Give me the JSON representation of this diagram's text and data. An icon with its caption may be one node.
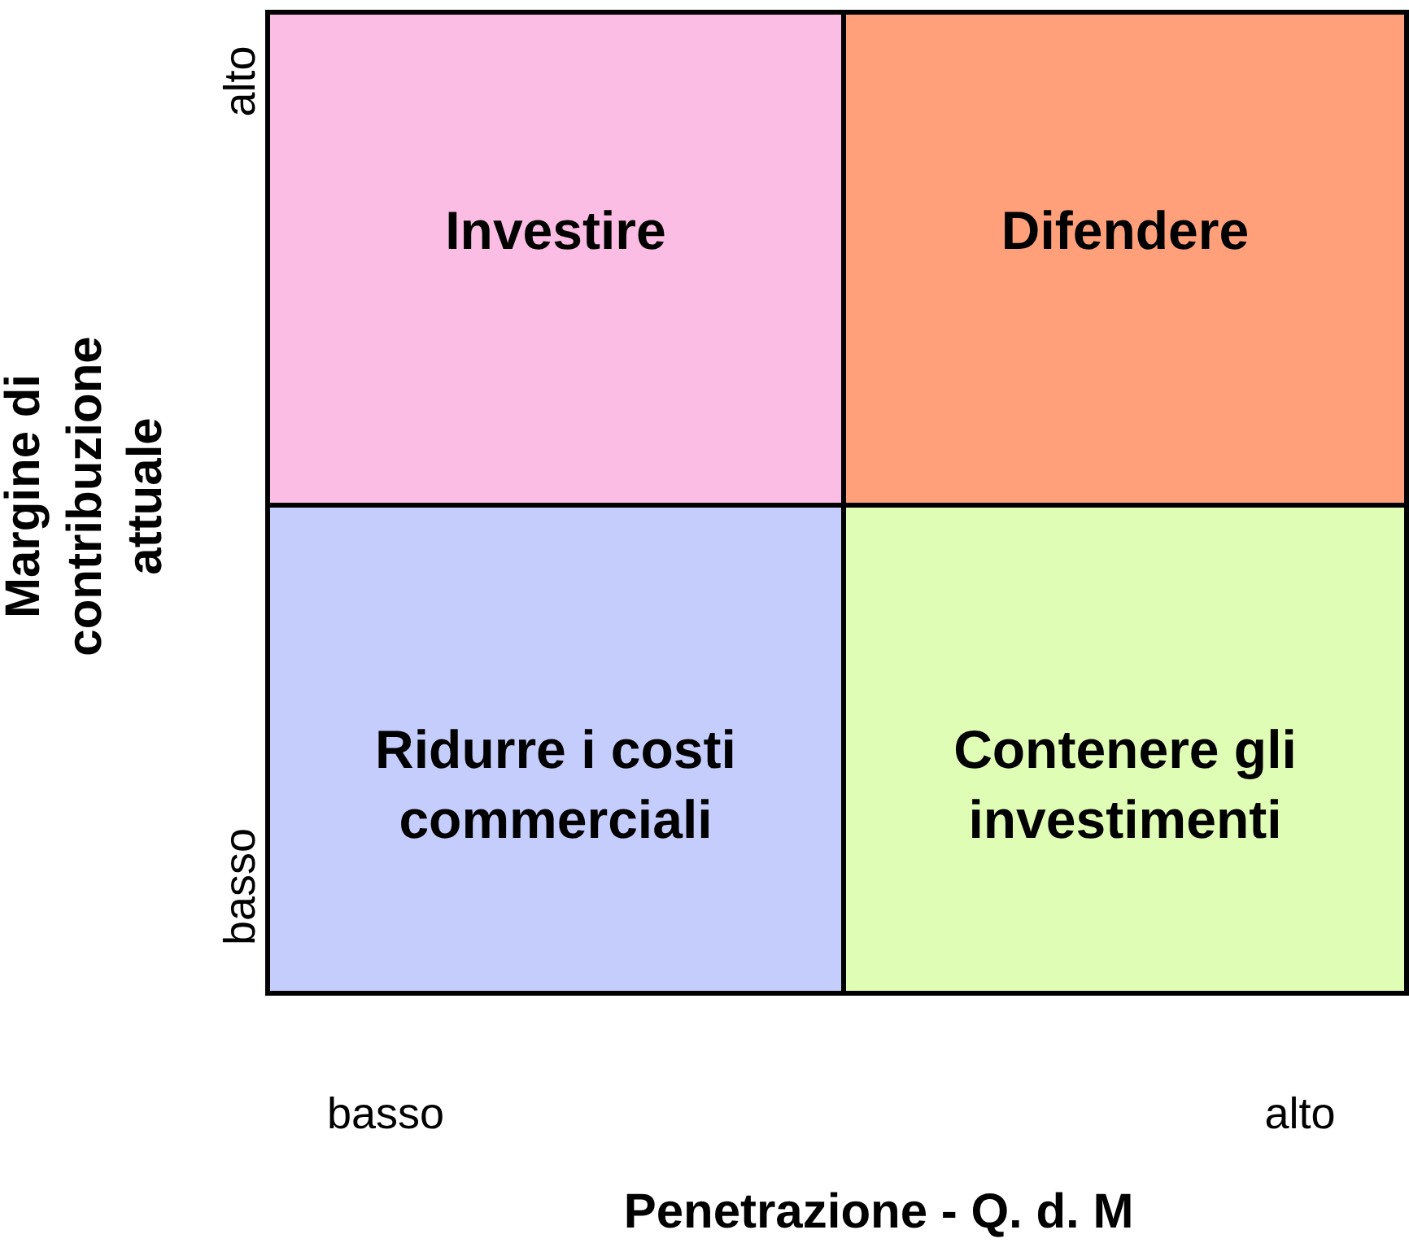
{
  "diagram": {
    "nodes": [
      {
        "text": [
          "Investire"
        ]
      },
      {
        "text": [
          "Difendere"
        ]
      },
      {
        "text": [
          "Ridurre i costi commerciali"
        ]
      },
      {
        "text": [
          "Contenere gli investimenti"
        ]
      }
    ],
    "labels": [
      "Margine di contribuzione attuale",
      "alto",
      "basso",
      "basso",
      "alto",
      "Penetrazione - Q. d. M"
    ]
  }
}
